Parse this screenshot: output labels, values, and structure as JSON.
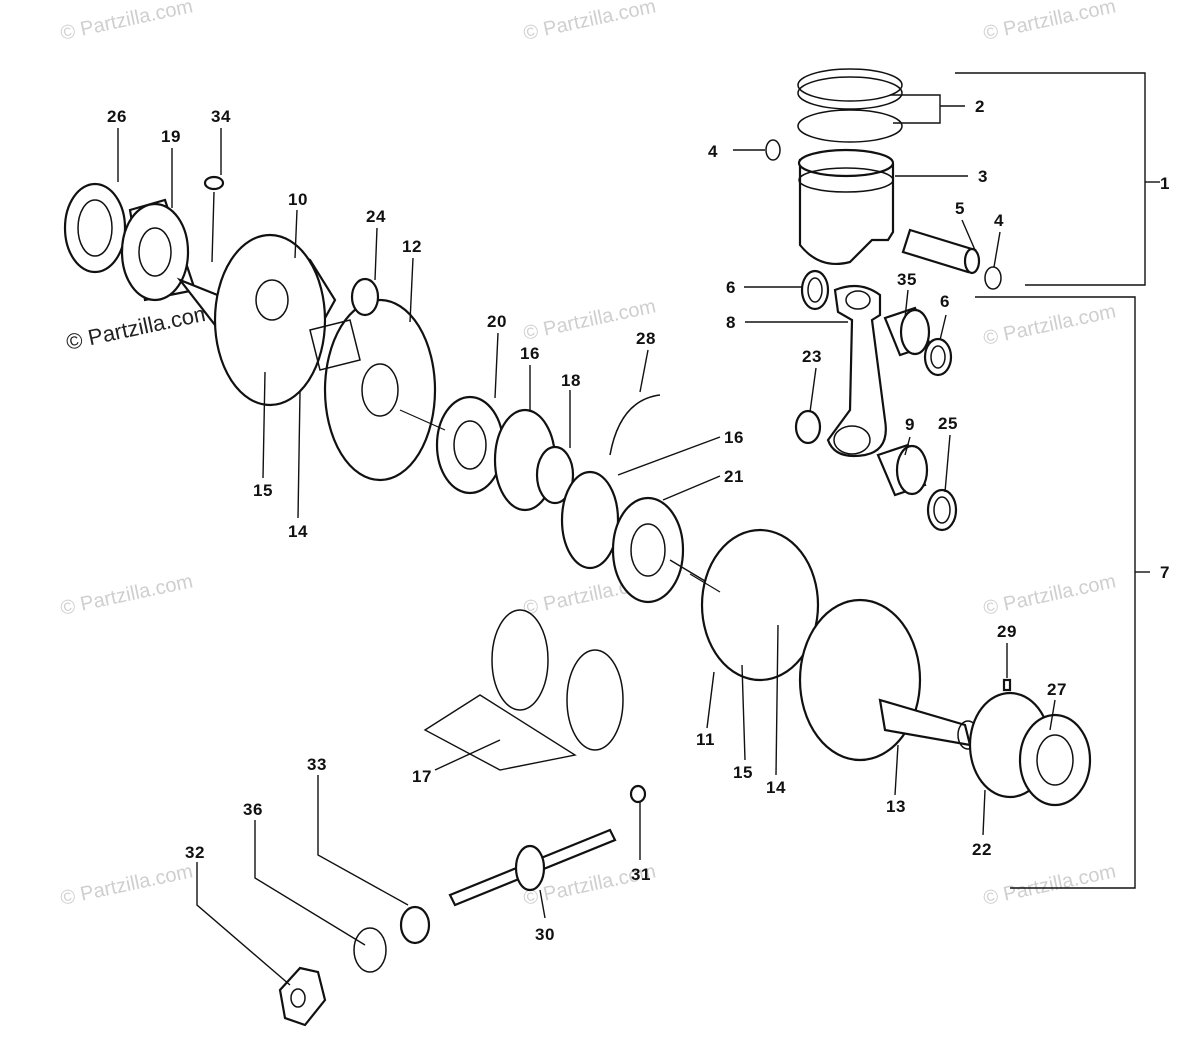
{
  "watermarks": {
    "text": "© Partzilla.com",
    "featured": "© Partzilla.com"
  },
  "part_labels": {
    "p1": "1",
    "p2": "2",
    "p3": "3",
    "p4a": "4",
    "p4b": "4",
    "p5": "5",
    "p6a": "6",
    "p6b": "6",
    "p7": "7",
    "p8": "8",
    "p9": "9",
    "p10": "10",
    "p11": "11",
    "p12": "12",
    "p13": "13",
    "p14a": "14",
    "p14b": "14",
    "p15a": "15",
    "p15b": "15",
    "p16a": "16",
    "p16b": "16",
    "p17": "17",
    "p18": "18",
    "p19": "19",
    "p20": "20",
    "p21": "21",
    "p22": "22",
    "p23": "23",
    "p24": "24",
    "p25": "25",
    "p26": "26",
    "p27": "27",
    "p28": "28",
    "p29": "29",
    "p30": "30",
    "p31": "31",
    "p32": "32",
    "p33": "33",
    "p34": "34",
    "p35": "35",
    "p36": "36"
  },
  "colors": {
    "ink": "#111111",
    "watermark": "#cfcfcf",
    "background": "#ffffff"
  }
}
